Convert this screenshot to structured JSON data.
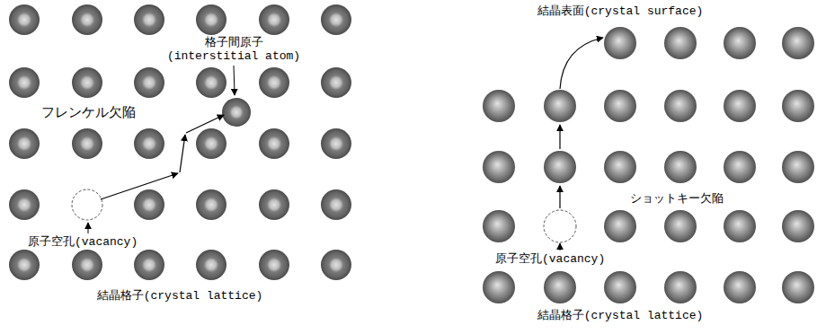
{
  "diagram": {
    "labels": [
      "格子間原子 (interstitial atom)",
      "フレンケル欠陥",
      "原子空孔(vacancy)",
      "結晶格子(crystal lattice)",
      "結晶表面(crystal surface)",
      "ショットキー欠陥",
      "原子空孔(vacancy)",
      "結晶格子(crystal lattice)"
    ]
  }
}
